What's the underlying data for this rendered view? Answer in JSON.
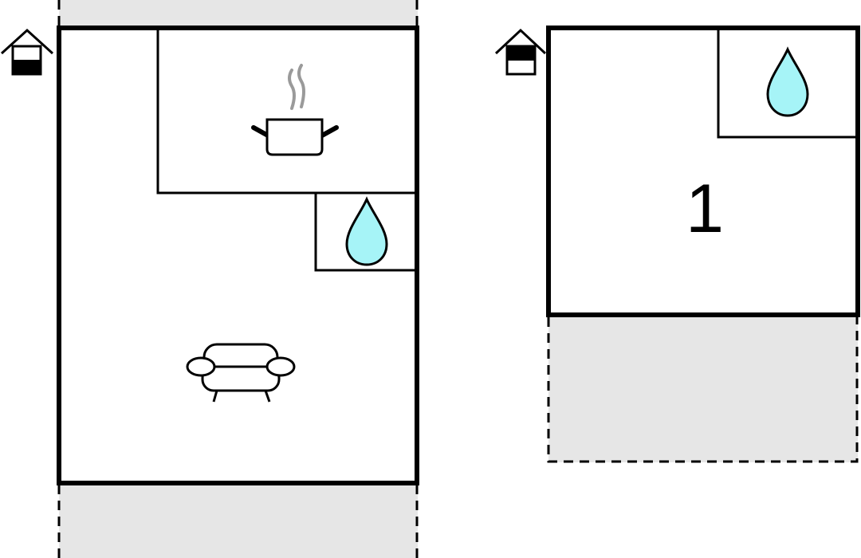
{
  "colors": {
    "wall": "#000000",
    "outdoor_area": "#e6e6e6",
    "water_fill": "#a6f4f7",
    "steam": "#9a9a9a",
    "background": "#ffffff"
  },
  "floors": [
    {
      "level_icon": "house-ground-floor-icon",
      "rooms": [
        {
          "kind": "kitchen",
          "icon": "cooking-pot-icon"
        },
        {
          "kind": "bathroom",
          "icon": "water-drop-icon"
        },
        {
          "kind": "living-room",
          "icon": "sofa-icon"
        }
      ],
      "outdoor_areas": [
        "terrace-top",
        "terrace-bottom"
      ]
    },
    {
      "level_icon": "house-upper-floor-icon",
      "rooms": [
        {
          "kind": "bathroom",
          "icon": "water-drop-icon"
        },
        {
          "kind": "bedroom",
          "label": "1"
        }
      ],
      "outdoor_areas": [
        "terrace"
      ]
    }
  ]
}
